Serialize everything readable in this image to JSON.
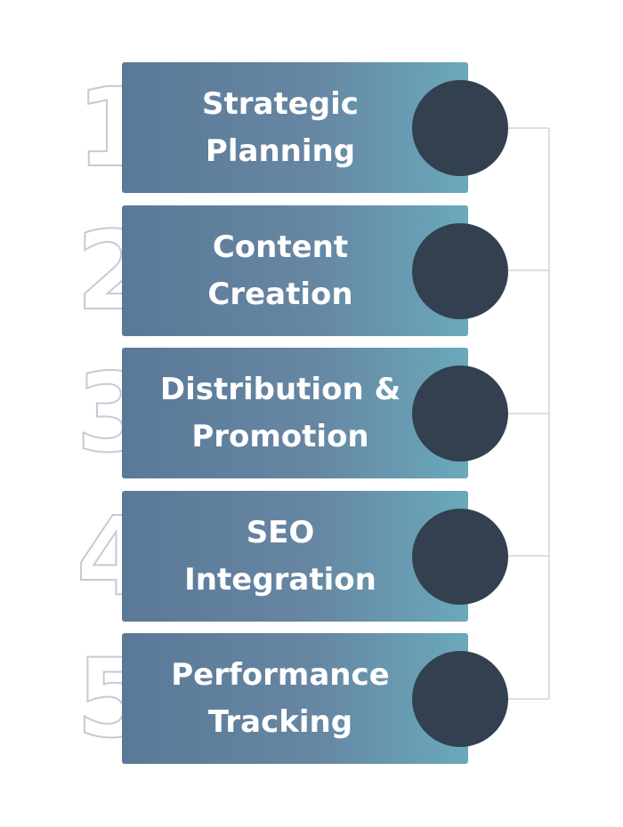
{
  "steps": [
    {
      "number": "1",
      "label": "Strategic\nPlanning"
    },
    {
      "number": "2",
      "label": "Content\nCreation"
    },
    {
      "number": "3",
      "label": "Distribution &\nPromotion"
    },
    {
      "number": "4",
      "label": "SEO\nIntegration"
    },
    {
      "number": "5",
      "label": "Performance\nTracking"
    }
  ],
  "colors": {
    "card_gradient_start": "#5a7998",
    "card_gradient_end": "#6aa9bb",
    "dot": "#33404f",
    "number_outline": "#c5cbd4",
    "connector": "#c8ccd2"
  }
}
